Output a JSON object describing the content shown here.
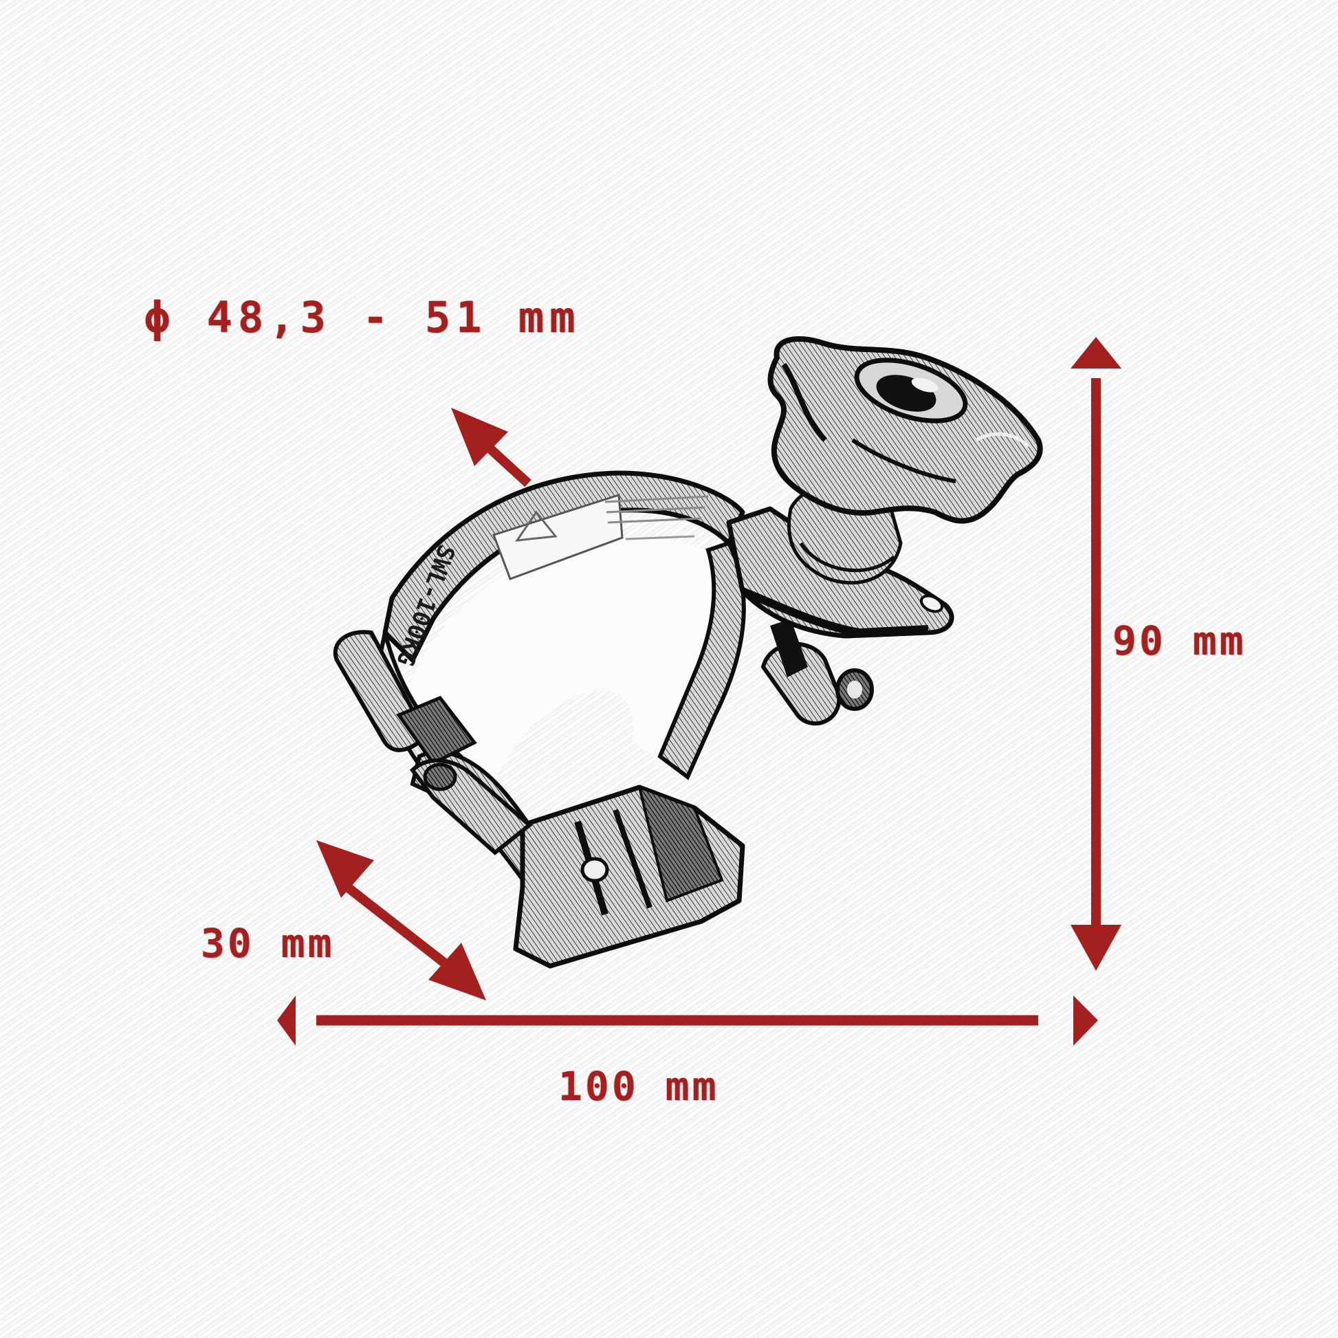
{
  "diagram": {
    "subject": "pipe clamp with star knob",
    "accent_color": "#a3201f",
    "sketch_color": "#111111",
    "dimensions": {
      "diameter": {
        "label": "ϕ 48,3 - 51 mm",
        "symbol": "ϕ",
        "min": 48.3,
        "max": 51,
        "unit": "mm"
      },
      "height": {
        "label": "90 mm",
        "value": 90,
        "unit": "mm"
      },
      "depth": {
        "label": "30 mm",
        "value": 30,
        "unit": "mm"
      },
      "width": {
        "label": "100 mm",
        "value": 100,
        "unit": "mm"
      }
    },
    "clamp_markings": {
      "engraving": "SWL-100KG"
    }
  }
}
